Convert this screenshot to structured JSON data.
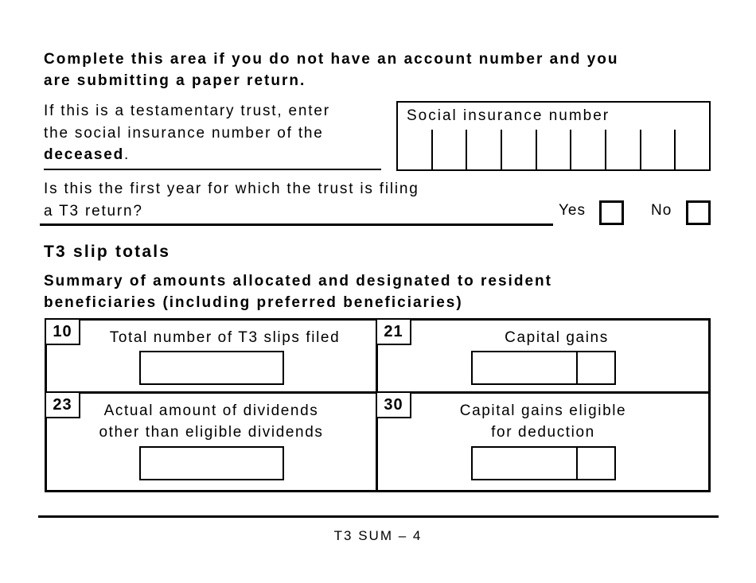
{
  "instructions": {
    "heading_line1": "Complete this area if you do not have an account number and you",
    "heading_line2": "are submitting a paper return."
  },
  "sin_section": {
    "para_line1": "If this is a testamentary trust, enter",
    "para_line2": "the social insurance number of the",
    "para_line3_bold": "deceased",
    "para_line3_after": ".",
    "box_label": "Social insurance number",
    "digit_cells": 9
  },
  "first_year_question": {
    "line1": "Is this the first year for which the trust is filing",
    "line2": "a T3 return?",
    "yes_label": "Yes",
    "no_label": "No"
  },
  "slip_totals": {
    "title": "T3 slip totals",
    "subtitle_line1": "Summary of amounts allocated and designated to resident",
    "subtitle_line2": "beneficiaries (including preferred beneficiaries)",
    "cells": [
      {
        "code": "10",
        "label_line1": "Total number of T3 slips filed"
      },
      {
        "code": "21",
        "label_line1": "Capital gains"
      },
      {
        "code": "23",
        "label_line1": "Actual amount of dividends",
        "label_line2": "other than eligible dividends"
      },
      {
        "code": "30",
        "label_line1": "Capital gains eligible",
        "label_line2": "for deduction"
      }
    ],
    "field_values": {
      "box10": "",
      "box21": "",
      "box23": "",
      "box30": ""
    }
  },
  "footer": {
    "page_id": "T3 SUM – 4"
  },
  "colors": {
    "ink": "#000000",
    "paper": "#ffffff"
  }
}
